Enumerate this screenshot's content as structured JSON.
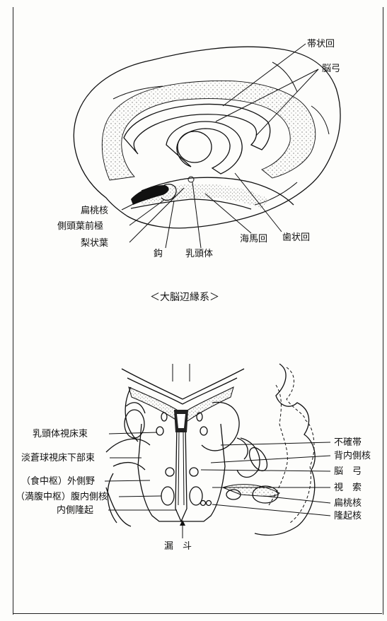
{
  "limbic_diagram": {
    "labels": {
      "cingulate_gyrus": "帯状回",
      "fornix": "脳弓",
      "amygdala": "扁桃核",
      "temporal_pole": "側頭葉前極",
      "piriform_lobe": "梨状葉",
      "uncus": "鈎",
      "mammillary_body": "乳頭体",
      "hippocampal_gyrus": "海馬回",
      "dentate_gyrus": "歯状回"
    },
    "caption": "＜大脳辺縁系＞"
  },
  "hypothalamus_diagram": {
    "labels_left": {
      "mammillothalamic_tract": "乳頭体視床束",
      "ansa_lenticularis": "淡蒼球視床下部束",
      "lateral_area": "（食中枢）外側野",
      "ventromedial_nucleus": "（満腹中枢）腹内側核",
      "median_eminence": "内側隆起"
    },
    "labels_right": {
      "zona_incerta": "不確帯",
      "dorsomedial_nucleus": "背内側核",
      "fornix": "脳　弓",
      "optic_tract": "視　索",
      "amygdala": "扁桃核",
      "tuberal_nucleus": "隆起核"
    },
    "infundibulum": "漏　斗"
  }
}
